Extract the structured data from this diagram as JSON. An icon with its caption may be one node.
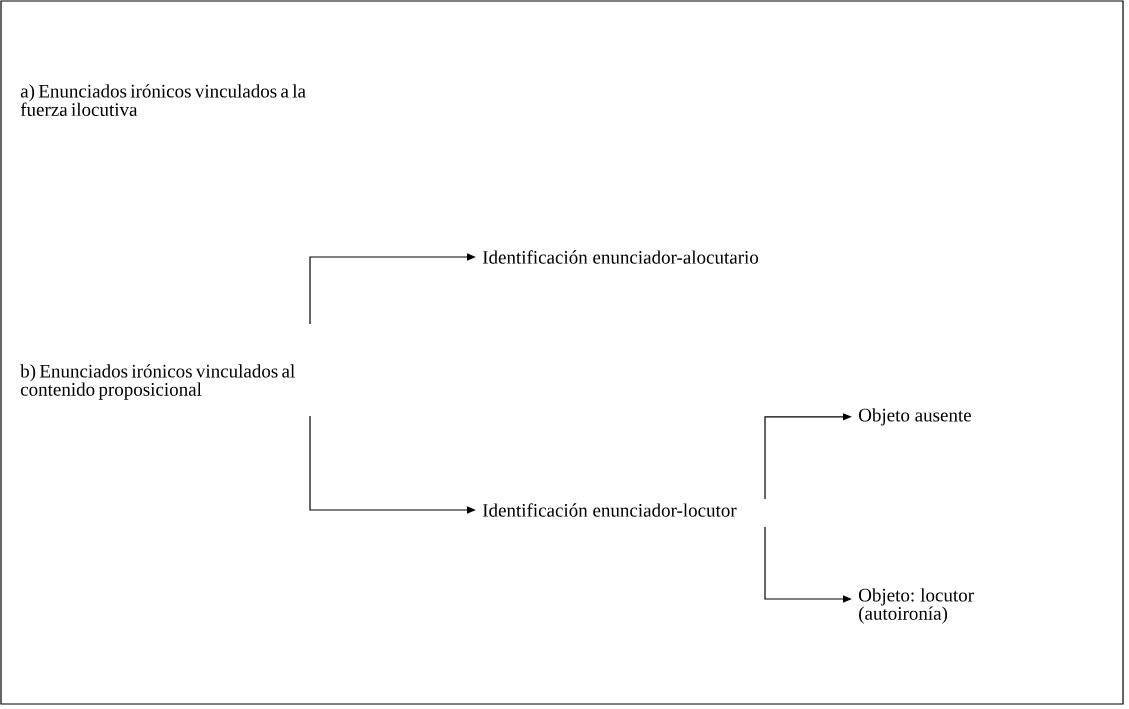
{
  "diagram": {
    "nodes": [
      {
        "text": [
          "a) Enunciados irónicos vinculados a la fuerza ilocutiva"
        ]
      },
      {
        "text": [
          "Identificación enunciador-alocutario"
        ]
      },
      {
        "text": [
          "b) Enunciados irónicos vinculados al contenido proposicional"
        ]
      },
      {
        "text": [
          "Identificación enunciador-locutor"
        ]
      },
      {
        "text": [
          "Objeto ausente"
        ]
      },
      {
        "text": [
          "Objeto: locutor (autoironía)"
        ]
      }
    ],
    "edges": [
      {
        "from": 2,
        "to": 1,
        "arrow": "to"
      },
      {
        "from": 2,
        "to": 3,
        "arrow": "to"
      },
      {
        "from": 3,
        "to": 4,
        "arrow": "to"
      },
      {
        "from": 3,
        "to": 5,
        "arrow": "to"
      }
    ]
  }
}
